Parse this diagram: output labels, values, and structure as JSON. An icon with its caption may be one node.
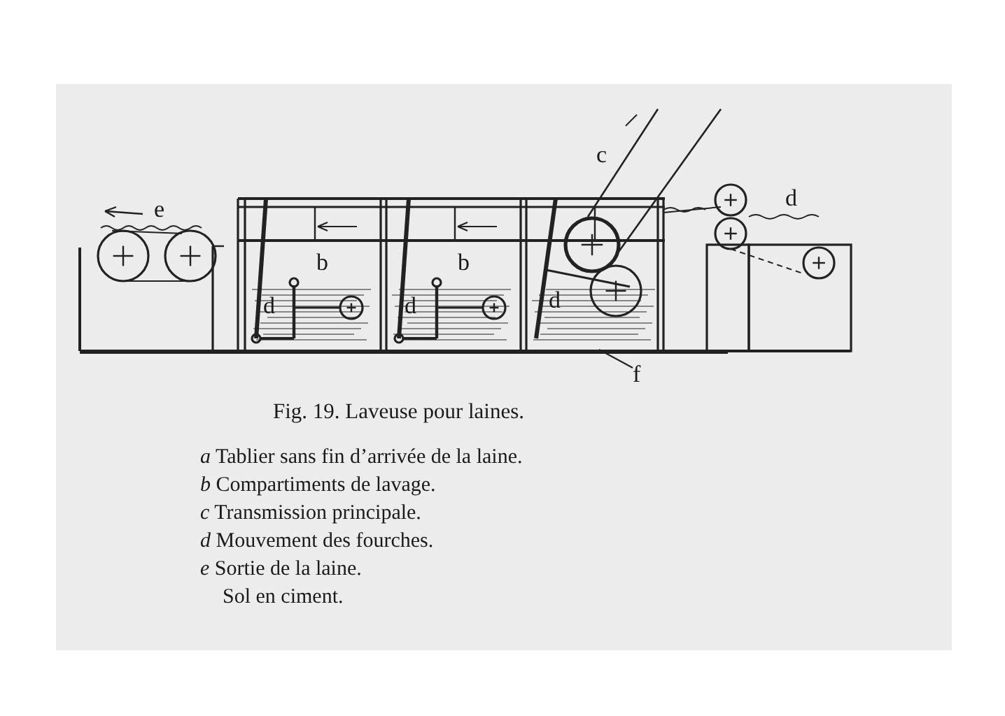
{
  "diagram": {
    "caption": "Fig. 19. Laveuse pour laines.",
    "nodes": [
      {
        "text": [],
        "shape": "bar"
      },
      {
        "text": [
          "f"
        ]
      }
    ],
    "edges": [
      {
        "from": 1,
        "to": 0,
        "arrow": "none"
      }
    ],
    "labels": [
      "e",
      "b",
      "b",
      "d",
      "d",
      "d",
      "c",
      "d",
      "*a* Tablier sans fin d’arrivée de la laine.",
      "*b* Compartiments de lavage.",
      "*c* Transmission principale.",
      "*d* Mouvement des fourches.",
      "*e* Sortie de la laine.",
      "Sol en ciment."
    ]
  }
}
